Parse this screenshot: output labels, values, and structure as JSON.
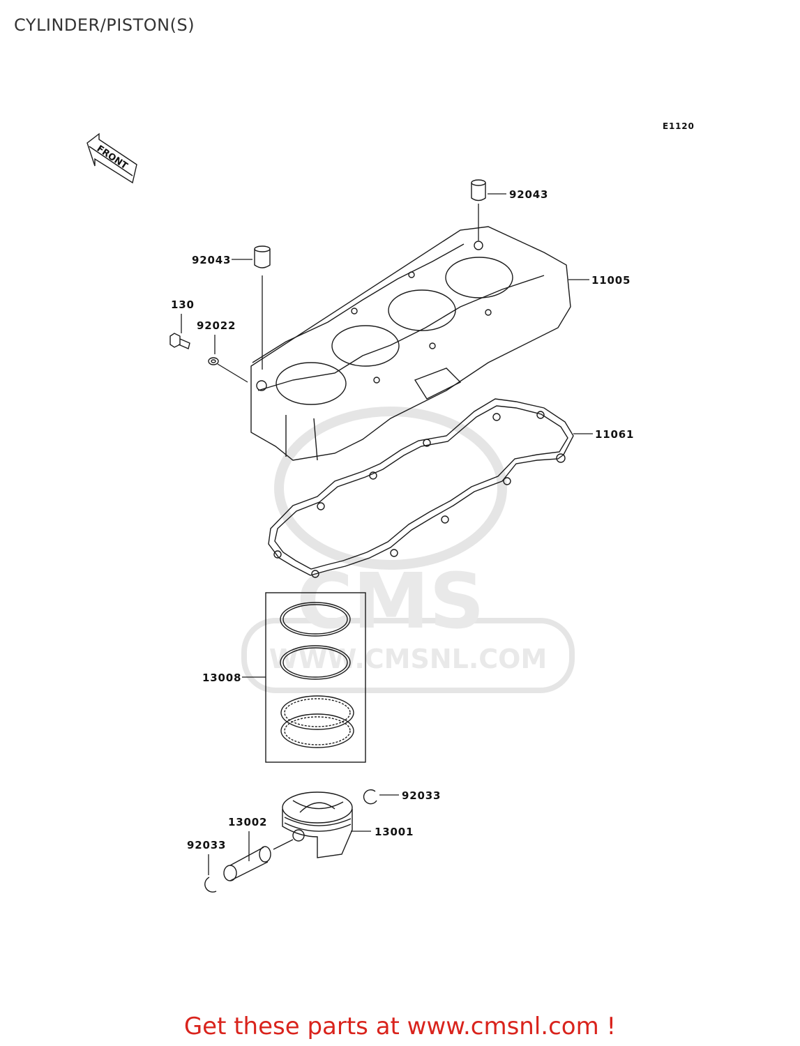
{
  "title": "CYLINDER/PISTON(S)",
  "diagram_code": "E1120",
  "front_arrow_text": "FRONT",
  "watermark": {
    "logo": "CMS",
    "url": "WWW.CMSNL.COM"
  },
  "callouts": {
    "dowel_pin_right": "92043",
    "dowel_pin_left": "92043",
    "cylinder": "11005",
    "bolt": "130",
    "o_ring": "92022",
    "gasket": "11061",
    "ring_set": "13008",
    "circlip_right": "92033",
    "piston": "13001",
    "piston_pin": "13002",
    "circlip_left": "92033"
  },
  "footer": {
    "text": "Get these parts at www.cmsnl.com !"
  },
  "colors": {
    "footer": "#d9231c",
    "line": "#1a1a1a",
    "watermark": "#d8d8d8"
  }
}
